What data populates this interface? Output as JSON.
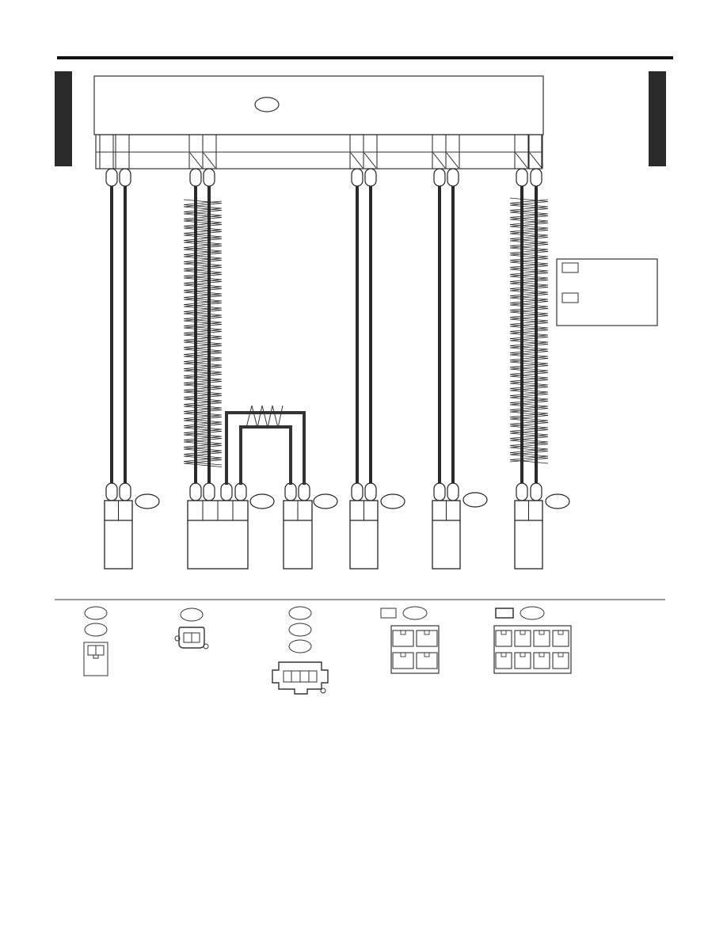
{
  "page": {
    "title": "",
    "section_tab_left": "",
    "section_tab_right": ""
  },
  "ecm": {
    "label": "",
    "bubble_label": ""
  },
  "legend": {
    "items": [
      {
        "code": "",
        "label": ""
      },
      {
        "code": "",
        "label": ""
      }
    ]
  },
  "harness_connectors": [
    {
      "id": "",
      "pins": 2,
      "shielded": false
    },
    {
      "id": "",
      "pins": 4,
      "shielded": true
    },
    {
      "id": "",
      "pins": 2,
      "shielded": false
    },
    {
      "id": "",
      "pins": 2,
      "shielded": false
    },
    {
      "id": "",
      "pins": 2,
      "shielded": false
    },
    {
      "id": "",
      "pins": 2,
      "shielded": true
    }
  ],
  "connector_views": [
    {
      "ids": [
        "",
        ""
      ],
      "kind": "2-pin-block"
    },
    {
      "ids": [
        ""
      ],
      "kind": "2-pin-round"
    },
    {
      "ids": [
        "",
        "",
        ""
      ],
      "kind": "4-pin-latched"
    },
    {
      "ids": [
        ""
      ],
      "kind": "ecm-block-a"
    },
    {
      "ids": [
        ""
      ],
      "kind": "ecm-block-b"
    }
  ],
  "colors": {
    "line": "#222222",
    "wire": "#2a2a2a",
    "tab": "#2b2b2b",
    "background": "#ffffff"
  }
}
